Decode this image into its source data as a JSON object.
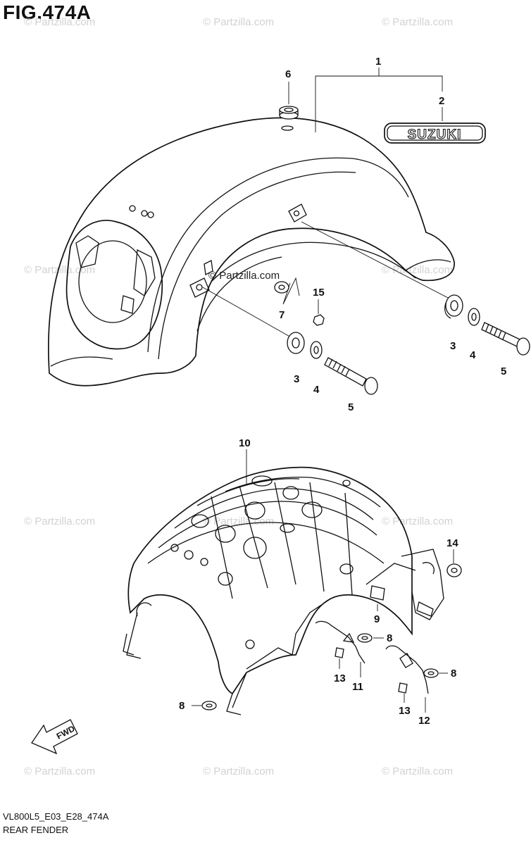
{
  "figure": {
    "title": "FIG.474A",
    "code": "VL800L5_E03_E28_474A",
    "name": "REAR FENDER"
  },
  "emblem_text": "SUZUKI",
  "fwd_label": "FWD",
  "watermark": {
    "copyright": "© Partzilla.com",
    "center": "© Partzilla.com"
  },
  "callouts": {
    "c1": "1",
    "c2": "2",
    "c3a": "3",
    "c3b": "3",
    "c4a": "4",
    "c4b": "4",
    "c5a": "5",
    "c5b": "5",
    "c6": "6",
    "c7": "7",
    "c8a": "8",
    "c8b": "8",
    "c8c": "8",
    "c9": "9",
    "c10": "10",
    "c11": "11",
    "c12": "12",
    "c13a": "13",
    "c13b": "13",
    "c14": "14",
    "c15": "15"
  }
}
